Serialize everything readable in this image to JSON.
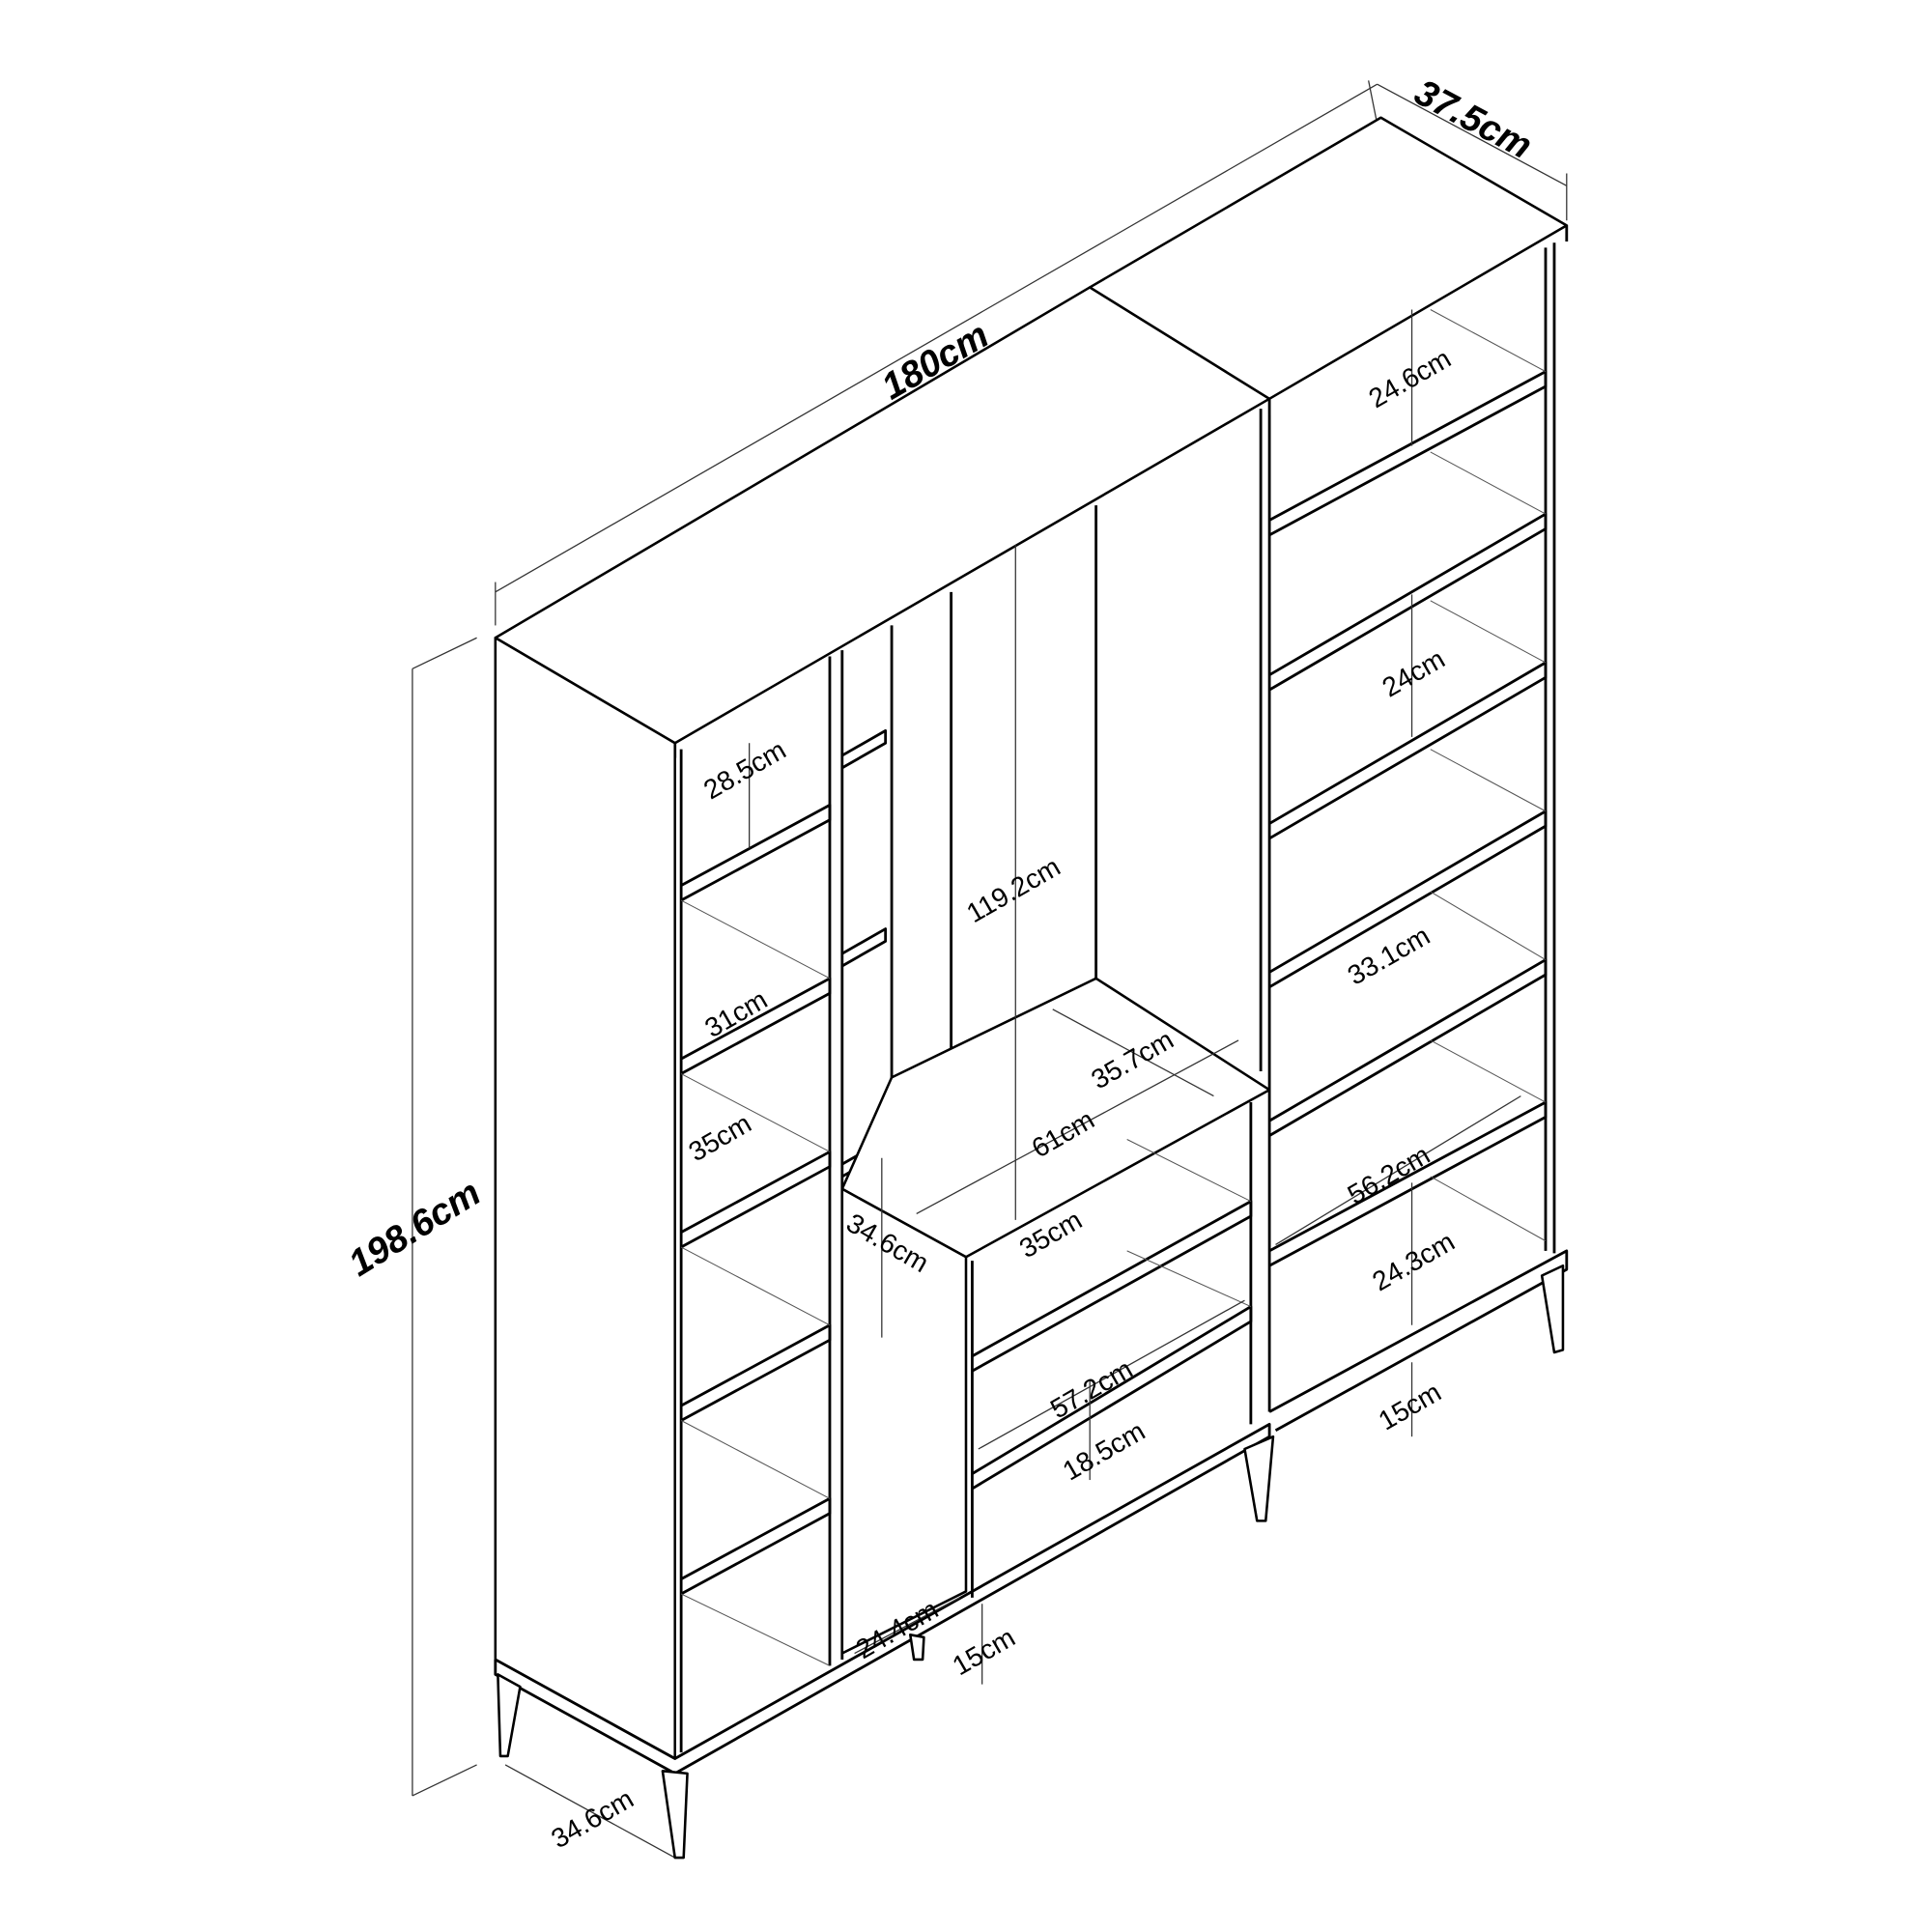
{
  "diagram": {
    "dimensions": {
      "total_width": "180cm",
      "total_depth": "37.5cm",
      "total_height": "198.6cm",
      "left_depth": "34.6cm",
      "left_shelf_top": "28.5cm",
      "left_shelf_depth_1": "31cm",
      "left_shelf_depth_2": "35cm",
      "center_height": "119.2cm",
      "center_top_depth": "35.7cm",
      "center_top_width": "61cm",
      "center_shelf_depth": "35cm",
      "center_side_height": "34.6cm",
      "center_shelf_width": "57.2cm",
      "center_bottom_gap": "18.5cm",
      "center_leg_height": "15cm",
      "left_bottom_depth": "24.4cm",
      "right_shelf_1": "24.6cm",
      "right_shelf_2": "24cm",
      "right_shelf_depth": "33.1cm",
      "right_shelf_width": "56.2cm",
      "right_bottom_gap": "24.3cm",
      "right_leg_height": "15cm"
    }
  }
}
